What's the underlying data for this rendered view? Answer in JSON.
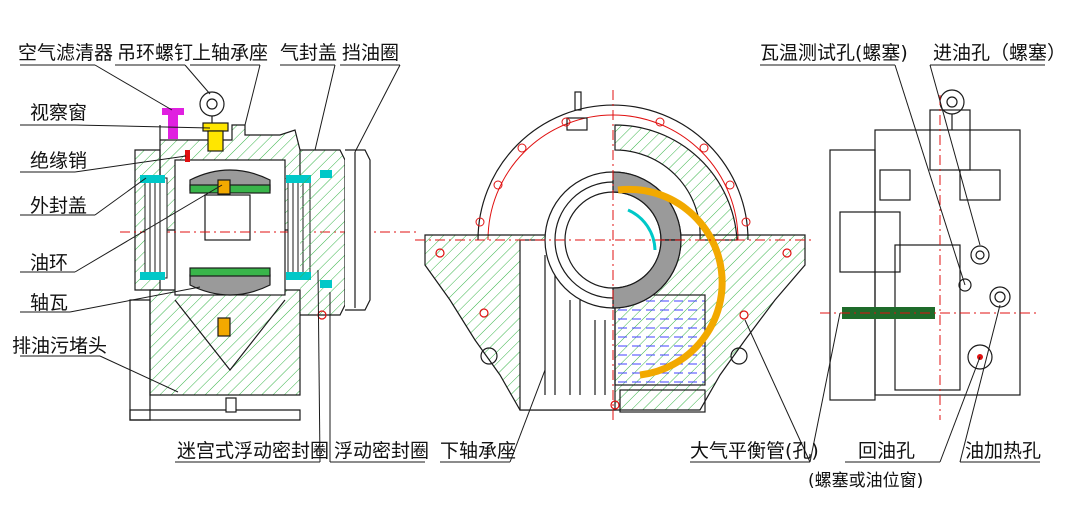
{
  "labels": {
    "air_filter": "空气滤清器",
    "lifting_bolt": "吊环螺钉",
    "upper_bearing_seat": "上轴承座",
    "air_seal_cover": "气封盖",
    "oil_retaining_ring": "挡油圈",
    "sight_window": "视察窗",
    "insulating_pin": "绝缘销",
    "outer_seal_cover": "外封盖",
    "oil_ring": "油环",
    "bearing_shell": "轴瓦",
    "drain_plug": "排油污堵头",
    "labyrinth_seal": "迷宫式浮动密封圈",
    "floating_seal": "浮动密封圈",
    "lower_bearing_seat": "下轴承座",
    "pad_temp_hole": "瓦温测试孔(螺塞)",
    "oil_inlet": "进油孔（螺塞）",
    "balance_pipe": "大气平衡管(孔)",
    "oil_return": "回油孔",
    "oil_return_note": "(螺塞或油位窗)",
    "oil_heating": "油加热孔"
  },
  "colors": {
    "outline": "#1a1a1a",
    "hatch": "#39b54a",
    "centerline": "#e01010",
    "oil_ring": "#f2a900",
    "filter": "#e020e0",
    "bolt": "#ffe600",
    "seal_teal": "#00c8c8",
    "oil_water": "#4040ff",
    "dark_pipe": "#1e6b2a"
  }
}
